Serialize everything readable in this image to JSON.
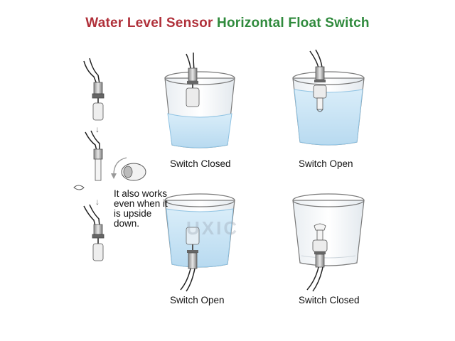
{
  "title": {
    "part1": "Water Level Sensor",
    "part2": "Horizontal Float Switch",
    "part1_color": "#b0303a",
    "part2_color": "#2f8a3c"
  },
  "side_note": {
    "line1": "It also works",
    "line2": "even when it",
    "line3": "is upside",
    "line4": "down."
  },
  "panels": [
    {
      "caption": "Switch Closed"
    },
    {
      "caption": "Switch Open"
    },
    {
      "caption": "Switch Open"
    },
    {
      "caption": "Switch Closed"
    }
  ],
  "watermark": "UXIC",
  "colors": {
    "water": "#c9e4f5",
    "water_edge": "#8fc3e3",
    "outline": "#6b6b6b"
  }
}
